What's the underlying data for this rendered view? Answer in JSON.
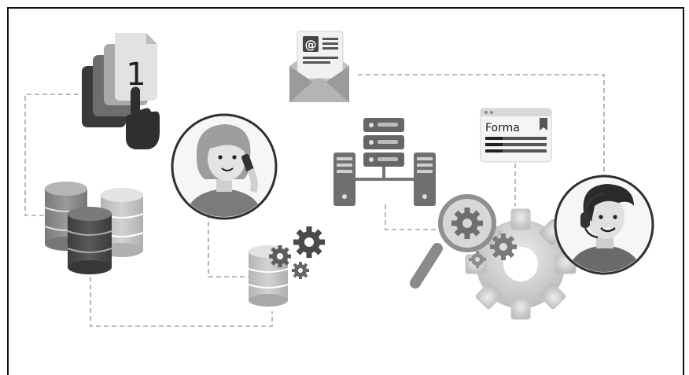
{
  "labels": {
    "page_counter": "1",
    "form_title": "Forma",
    "email_symbol": "@"
  },
  "colors": {
    "background": "#ffffff",
    "dashed_connector": "#a6a6a6",
    "dark_gray": "#4d4d4d",
    "mid_gray": "#8c8c8c",
    "light_gray": "#d9d9d9"
  },
  "icons": [
    "stacked-pages-icon",
    "pointing-hand-icon",
    "envelope-email-icon",
    "woman-on-phone-avatar",
    "server-network-icon",
    "web-form-icon",
    "database-cluster-icon",
    "database-gears-icon",
    "magnifier-gear-icon",
    "large-gear-icon",
    "man-headset-avatar"
  ]
}
